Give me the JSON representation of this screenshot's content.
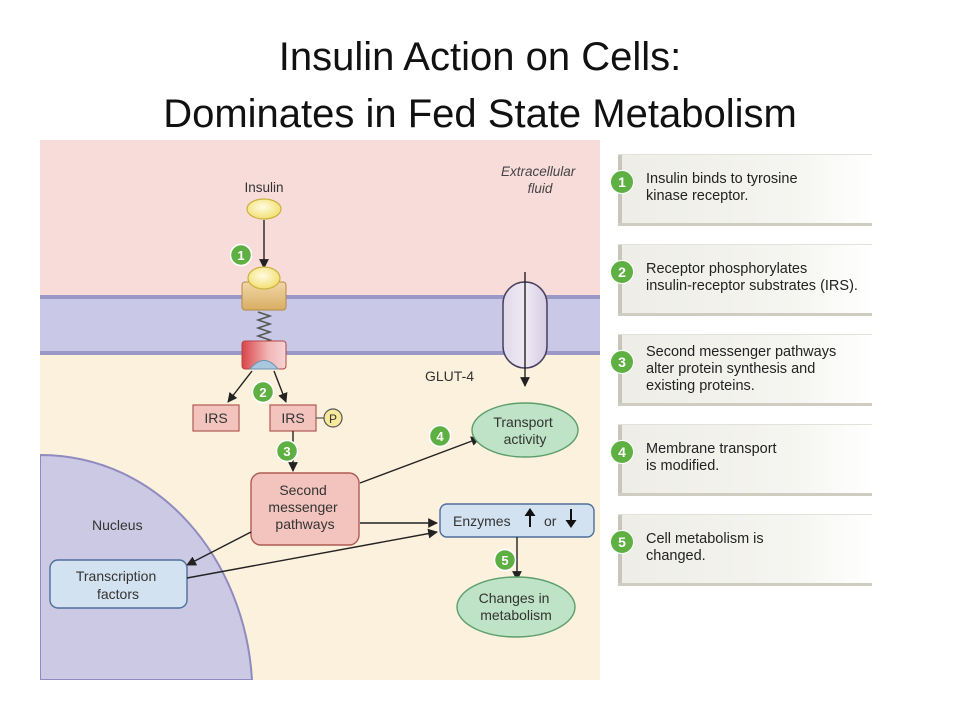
{
  "title": {
    "line1": "Insulin Action on Cells:",
    "line2": "Dominates in Fed State Metabolism"
  },
  "diagram": {
    "extracellular": [
      "Extracellular",
      "fluid"
    ],
    "insulin": "Insulin",
    "glut4": "GLUT-4",
    "irs": "IRS",
    "irs_p": "IRS",
    "phosphate": "P",
    "second_messenger": [
      "Second",
      "messenger",
      "pathways"
    ],
    "transport_activity": [
      "Transport",
      "activity"
    ],
    "enzymes": "Enzymes",
    "or": "or",
    "nucleus": "Nucleus",
    "transcription_factors": [
      "Transcription",
      "factors"
    ],
    "changes_metabolism": [
      "Changes in",
      "metabolism"
    ],
    "step_badges": [
      "1",
      "2",
      "3",
      "4",
      "5"
    ]
  },
  "steps": [
    {
      "num": "1",
      "lines": [
        "Insulin binds to tyrosine",
        "kinase receptor."
      ]
    },
    {
      "num": "2",
      "lines": [
        "Receptor phosphorylates",
        "insulin-receptor substrates (IRS)."
      ]
    },
    {
      "num": "3",
      "lines": [
        "Second messenger pathways",
        "alter protein synthesis and",
        "existing proteins."
      ]
    },
    {
      "num": "4",
      "lines": [
        "Membrane transport",
        "is modified."
      ]
    },
    {
      "num": "5",
      "lines": [
        "Cell metabolism is",
        "changed."
      ]
    }
  ],
  "colors": {
    "extracellular": "#f8dcd9",
    "membrane": "#c9c8e6",
    "cytoplasm": "#fcf1dc",
    "nucleus": "#cbc9e4",
    "badge_green": "#5fb043",
    "box_red": "#f2c4bd",
    "box_blue": "#d3e2f0",
    "oval_green": "#bfe3c6"
  }
}
